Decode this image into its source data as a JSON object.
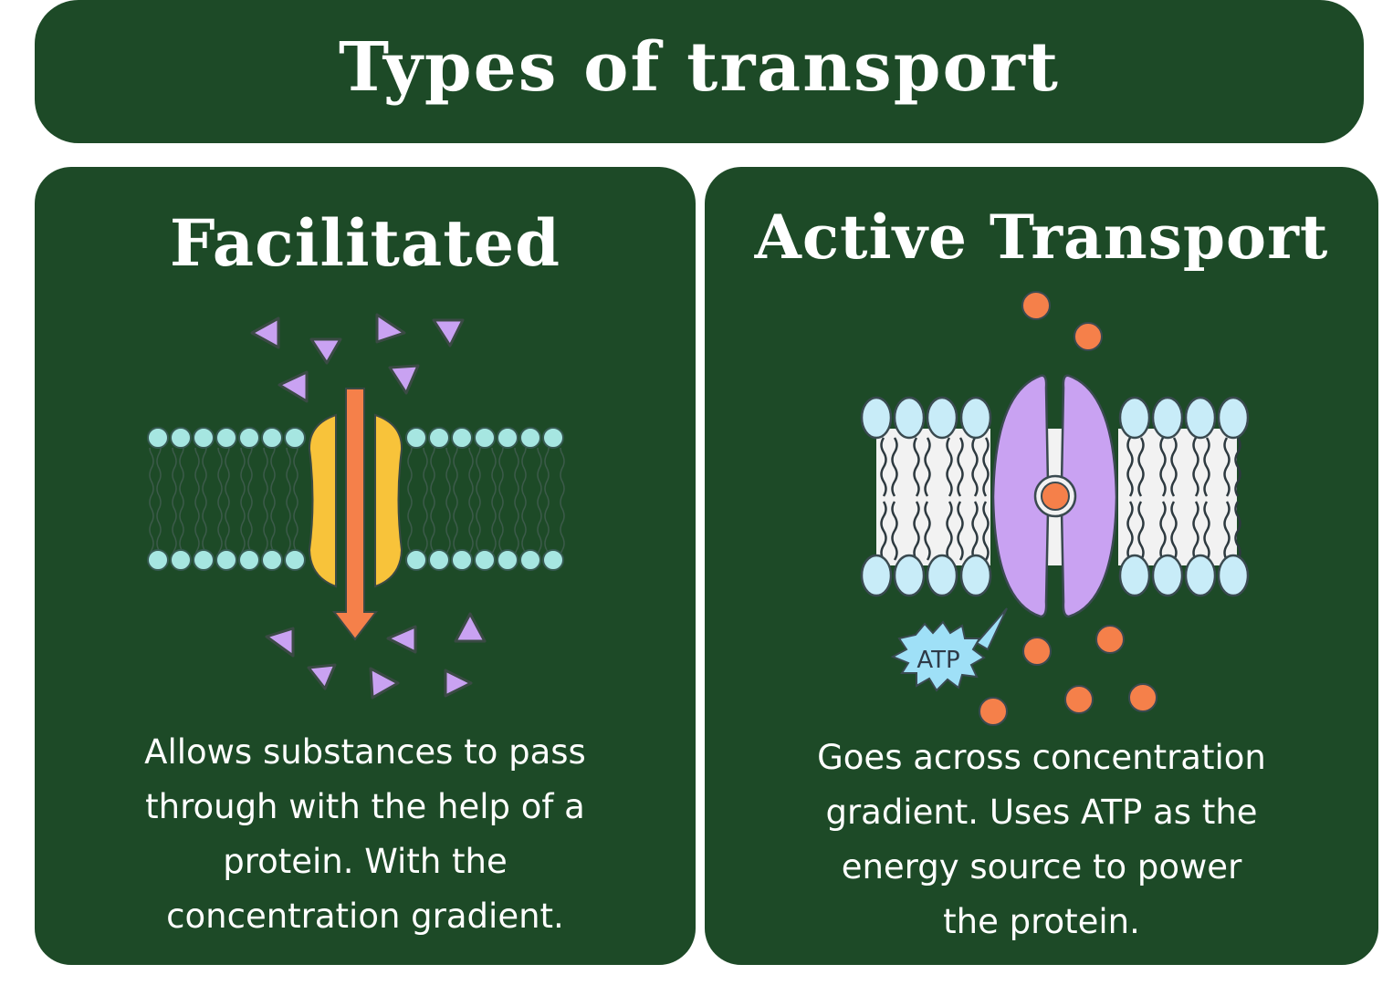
{
  "header": {
    "title": "Types of transport"
  },
  "cards": [
    {
      "title": "Facilitated",
      "description_lines": [
        "Allows substances to pass",
        "through with the help of a",
        "protein. With the",
        "concentration gradient."
      ],
      "illustration": "facilitated-diffusion-membrane-icon"
    },
    {
      "title": "Active Transport",
      "description_lines": [
        "Goes across concentration",
        "gradient. Uses ATP as the",
        "energy source to power",
        "the protein."
      ],
      "illustration": "active-transport-pump-icon",
      "atp_label": "ATP"
    }
  ],
  "colors": {
    "background": "#ffffff",
    "panel": "#1d4a27",
    "text": "#ffffff",
    "molecule_triangle": "#c9a2f2",
    "protein_channel": "#f8c33a",
    "arrow": "#f5804a",
    "phospholipid_head_left": "#a6e6e1",
    "phospholipid_head_right": "#c8ecf8",
    "pump_protein": "#c9a2f2",
    "ion": "#f5804a",
    "atp_burst": "#9fe0f7"
  }
}
